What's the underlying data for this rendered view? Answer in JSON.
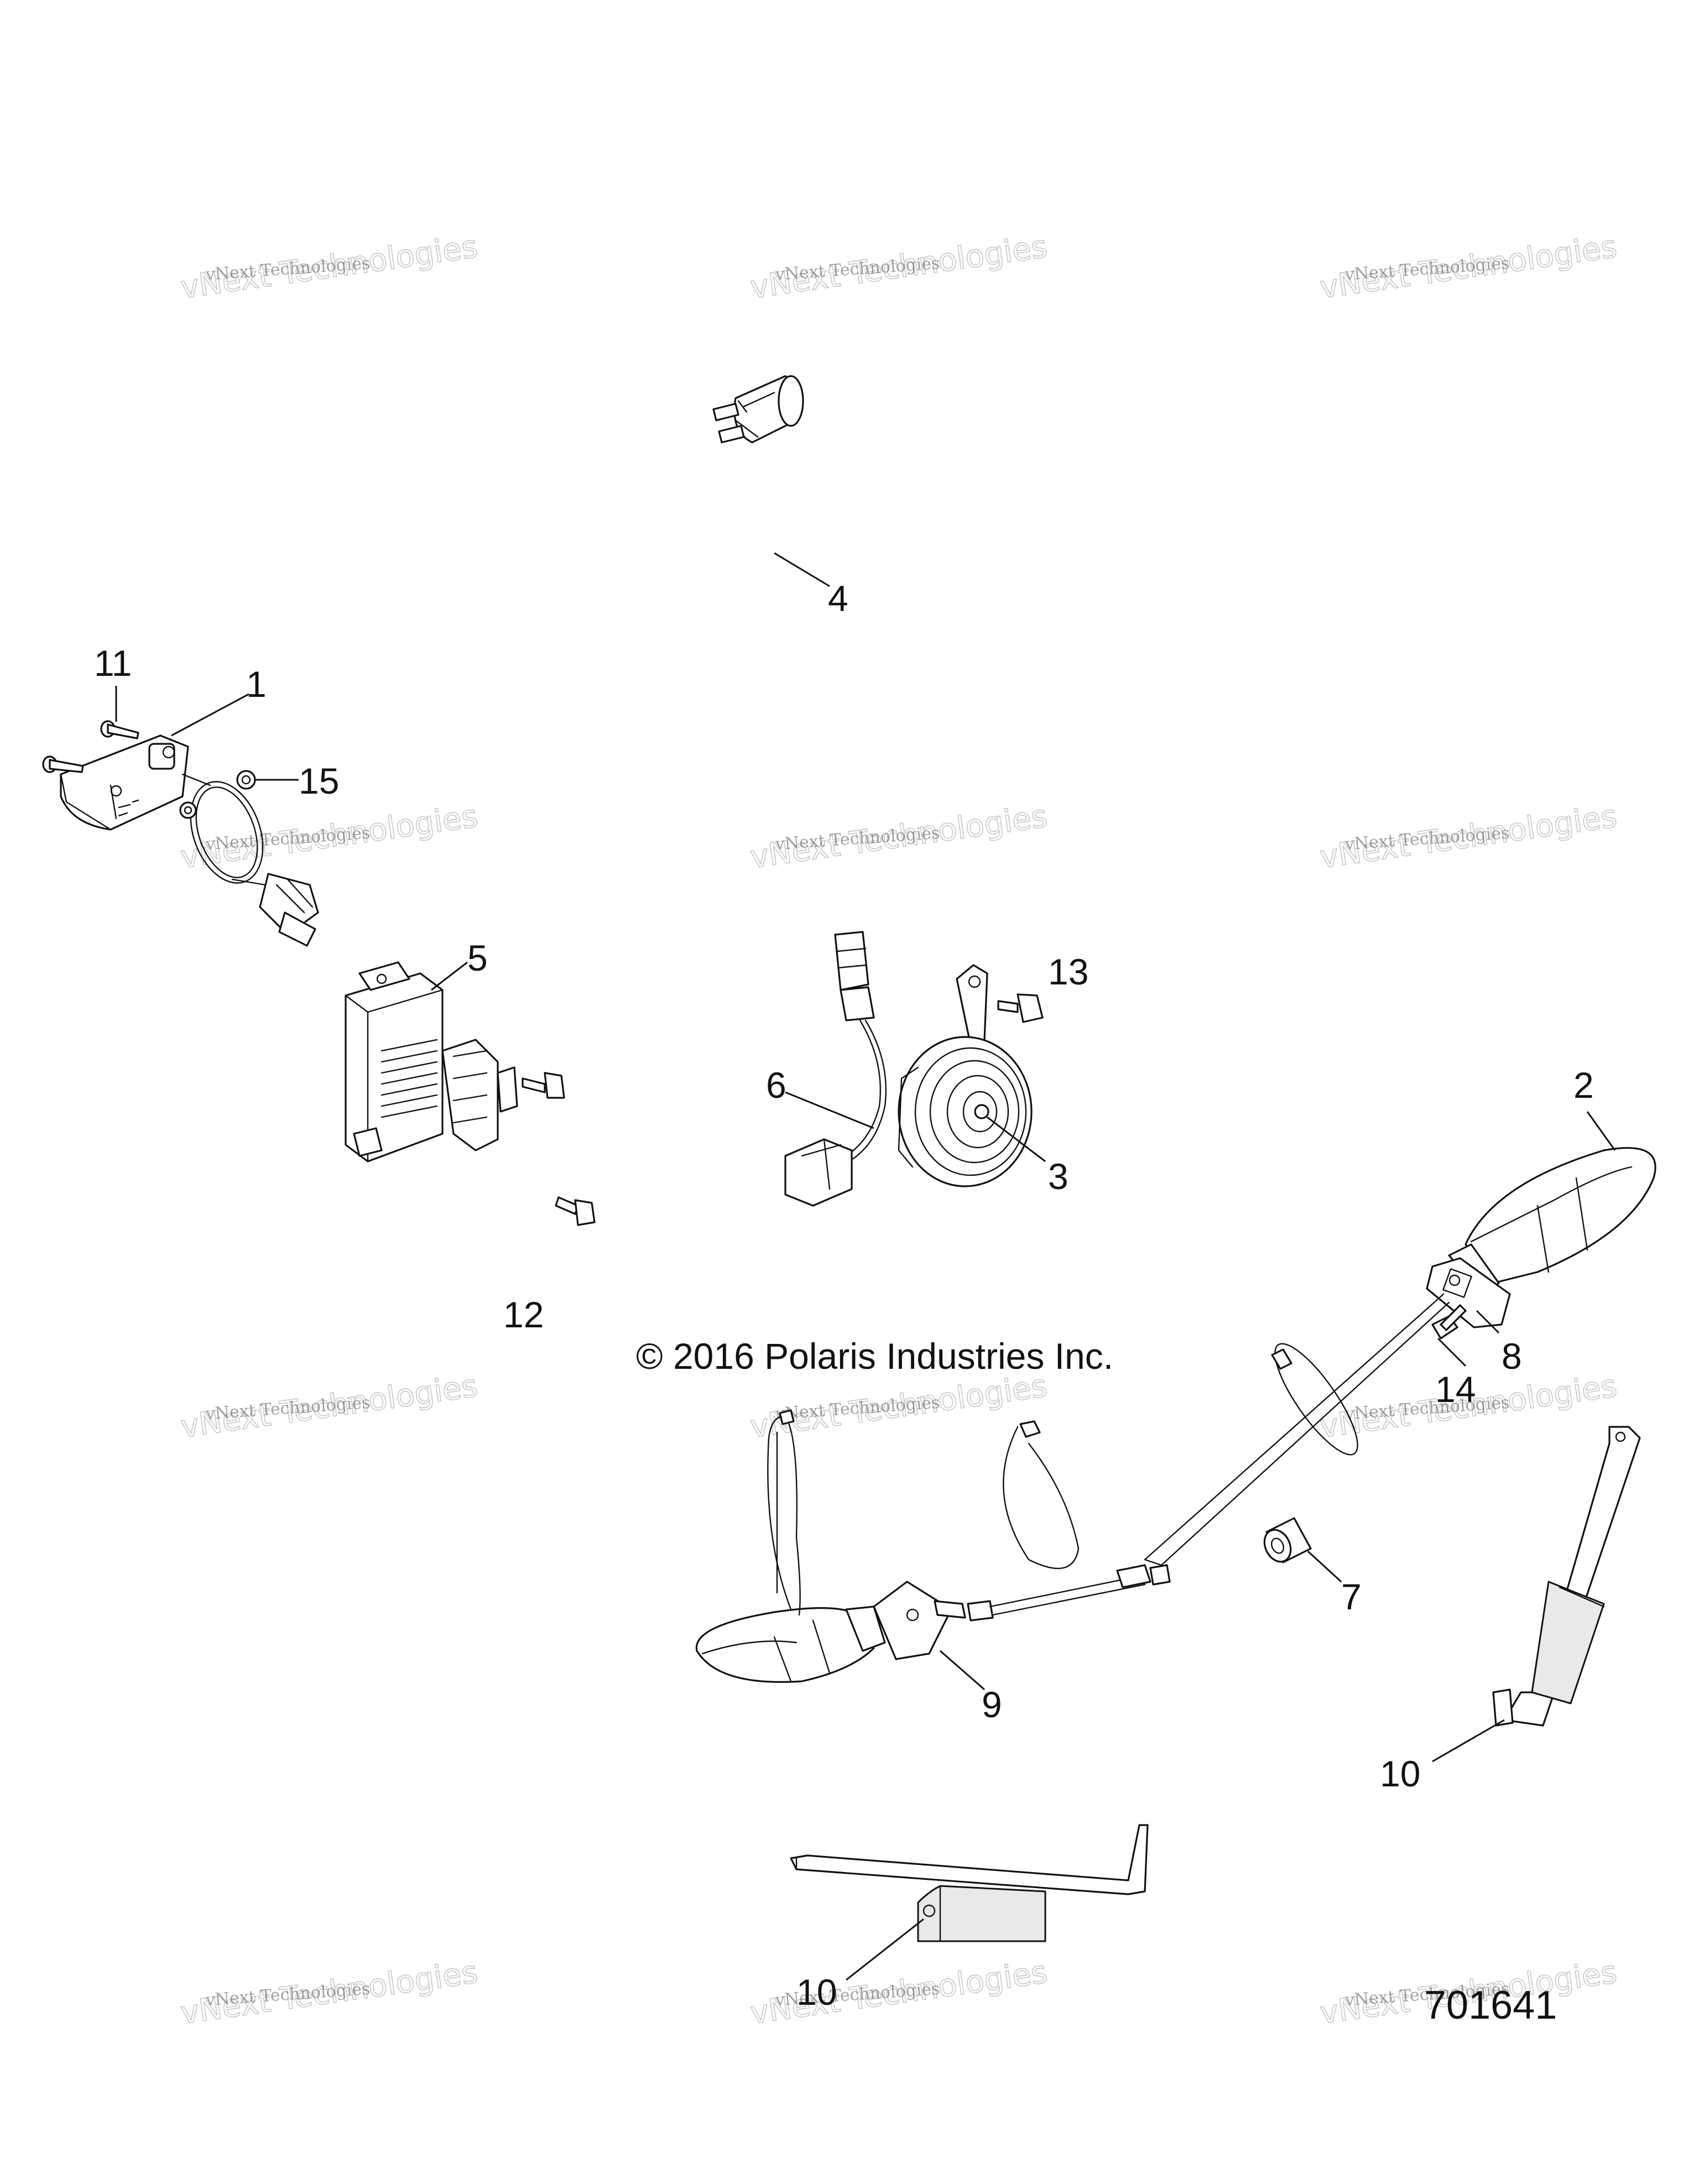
{
  "diagram": {
    "copyright": "© 2016 Polaris Industries Inc.",
    "document_number": "701641",
    "watermark": {
      "line1": "vNext Technologies",
      "line2": "vNext Technologies"
    },
    "callouts": [
      {
        "id": "c1",
        "label": "1"
      },
      {
        "id": "c2",
        "label": "2"
      },
      {
        "id": "c3",
        "label": "3"
      },
      {
        "id": "c4",
        "label": "4"
      },
      {
        "id": "c5",
        "label": "5"
      },
      {
        "id": "c6",
        "label": "6"
      },
      {
        "id": "c7",
        "label": "7"
      },
      {
        "id": "c8",
        "label": "8"
      },
      {
        "id": "c9",
        "label": "9"
      },
      {
        "id": "c10a",
        "label": "10"
      },
      {
        "id": "c10b",
        "label": "10"
      },
      {
        "id": "c11",
        "label": "11"
      },
      {
        "id": "c12",
        "label": "12"
      },
      {
        "id": "c13",
        "label": "13"
      },
      {
        "id": "c14",
        "label": "14"
      },
      {
        "id": "c15",
        "label": "15"
      }
    ]
  }
}
